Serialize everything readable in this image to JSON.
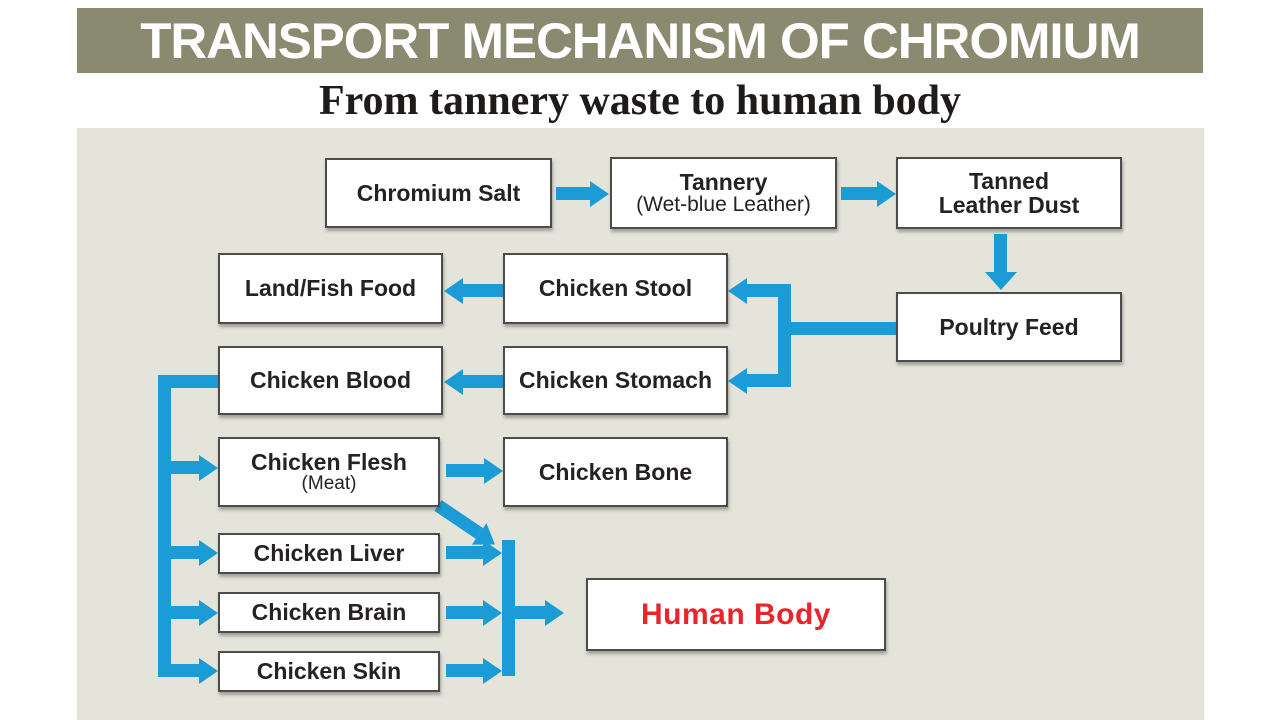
{
  "header": {
    "title": "TRANSPORT MECHANISM OF CHROMIUM",
    "subtitle": "From tannery waste to human body"
  },
  "colors": {
    "banner": "#8a8a71",
    "canvas": "#e5e4da",
    "arrow": "#1b9cd7",
    "accent_red": "#e7252b",
    "node_border": "#4c4c4c",
    "node_text": "#262223"
  },
  "nodes": {
    "chromium_salt": {
      "label": "Chromium Salt"
    },
    "tannery": {
      "label": "Tannery",
      "sublabel": "(Wet-blue Leather)"
    },
    "tanned_leather_dust": {
      "line1": "Tanned",
      "line2": "Leather Dust"
    },
    "poultry_feed": {
      "label": "Poultry Feed"
    },
    "land_fish_food": {
      "label": "Land/Fish Food"
    },
    "chicken_stool": {
      "label": "Chicken Stool"
    },
    "chicken_blood": {
      "label": "Chicken Blood"
    },
    "chicken_stomach": {
      "label": "Chicken Stomach"
    },
    "chicken_flesh": {
      "label": "Chicken Flesh",
      "sublabel": "(Meat)"
    },
    "chicken_bone": {
      "label": "Chicken Bone"
    },
    "chicken_liver": {
      "label": "Chicken Liver"
    },
    "chicken_brain": {
      "label": "Chicken Brain"
    },
    "chicken_skin": {
      "label": "Chicken Skin"
    },
    "human_body": {
      "label": "Human Body"
    }
  },
  "edges": [
    {
      "from": "Chromium Salt",
      "to": "Tannery (Wet-blue Leather)"
    },
    {
      "from": "Tannery (Wet-blue Leather)",
      "to": "Tanned Leather Dust"
    },
    {
      "from": "Tanned Leather Dust",
      "to": "Poultry Feed"
    },
    {
      "from": "Poultry Feed",
      "to": "Chicken Stool"
    },
    {
      "from": "Poultry Feed",
      "to": "Chicken Stomach"
    },
    {
      "from": "Chicken Stool",
      "to": "Land/Fish Food"
    },
    {
      "from": "Chicken Stomach",
      "to": "Chicken Blood"
    },
    {
      "from": "Chicken Blood",
      "to": "Chicken Flesh (Meat)"
    },
    {
      "from": "Chicken Blood",
      "to": "Chicken Liver"
    },
    {
      "from": "Chicken Blood",
      "to": "Chicken Brain"
    },
    {
      "from": "Chicken Blood",
      "to": "Chicken Skin"
    },
    {
      "from": "Chicken Flesh (Meat)",
      "to": "Chicken Bone"
    },
    {
      "from": "Chicken Flesh (Meat)",
      "to": "Human Body"
    },
    {
      "from": "Chicken Liver",
      "to": "Human Body"
    },
    {
      "from": "Chicken Brain",
      "to": "Human Body"
    },
    {
      "from": "Chicken Skin",
      "to": "Human Body"
    }
  ]
}
